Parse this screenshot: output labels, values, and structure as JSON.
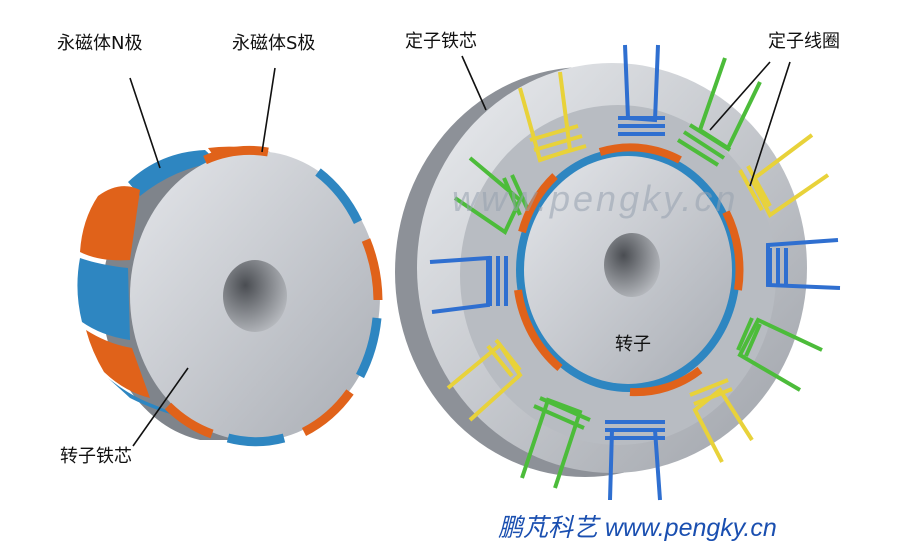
{
  "labels": {
    "magnet_n": "永磁体N极",
    "magnet_s": "永磁体S极",
    "rotor_core": "转子铁芯",
    "stator_core": "定子铁芯",
    "stator_coil": "定子线圈",
    "rotor": "转子"
  },
  "watermark": {
    "center_text": "www.pengky.cn",
    "footer_text": "鹏芃科艺 www.pengky.cn"
  },
  "colors": {
    "magnet_n": "#2e86c1",
    "magnet_s": "#e0621a",
    "core": "#c6c9ce",
    "coil_blue": "#2f6fd0",
    "coil_green": "#4cbc3a",
    "coil_yellow": "#e8d23a",
    "footer_text": "#1a4fb0"
  }
}
